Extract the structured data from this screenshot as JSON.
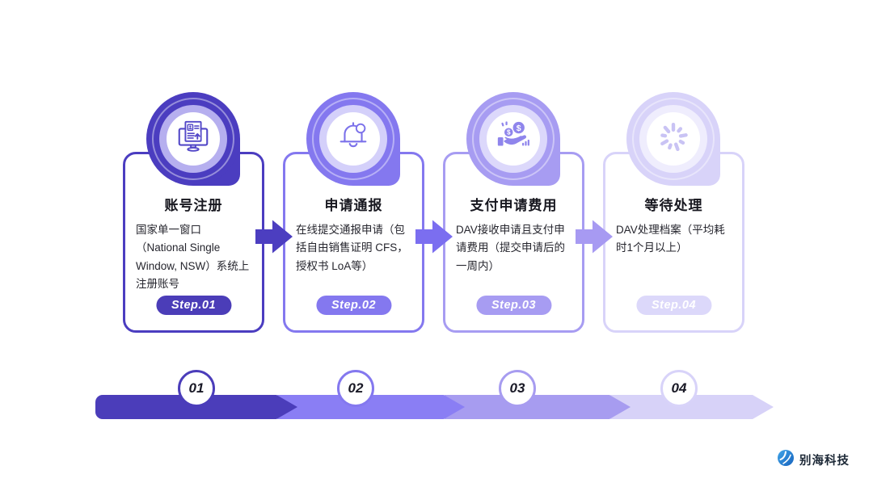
{
  "background": "#ffffff",
  "steps": [
    {
      "num": "01",
      "title": "账号注册",
      "desc": "国家单一窗口（National Single Window, NSW）系统上注册账号",
      "badge": "Step.01",
      "icon": "monitor-register-icon",
      "color": "#4B3DC0",
      "tint": "#B6AFEF"
    },
    {
      "num": "02",
      "title": "申请通报",
      "desc": "在线提交通报申请（包括自由销售证明 CFS，授权书 LoA等）",
      "badge": "Step.02",
      "icon": "bell-icon",
      "color": "#8478EF",
      "tint": "#D4D0FA"
    },
    {
      "num": "03",
      "title": "支付申请费用",
      "desc": "DAV接收申请且支付申请费用（提交申请后的一周内）",
      "badge": "Step.03",
      "icon": "money-hand-icon",
      "color": "#A79CF2",
      "tint": "#DCD8FB"
    },
    {
      "num": "04",
      "title": "等待处理",
      "desc": "DAV处理档案（平均耗时1个月以上）",
      "badge": "Step.04",
      "icon": "spinner-icon",
      "color": "#D8D3F9",
      "tint": "#EFEDFD"
    }
  ],
  "arrows": {
    "colors": [
      "#4C3EC0",
      "#7B6EF0",
      "#A79AF2"
    ]
  },
  "progress_bar": {
    "segment_colors": [
      "#4B3DBA",
      "#8A7EF4",
      "#A79CF0",
      "#D7D2F8"
    ],
    "node_labels": [
      "01",
      "02",
      "03",
      "04"
    ]
  },
  "footer": {
    "logo_text": "别海科技",
    "logo_icon": "biehai-globe-icon",
    "logo_brand_color": "#1D77C6"
  }
}
